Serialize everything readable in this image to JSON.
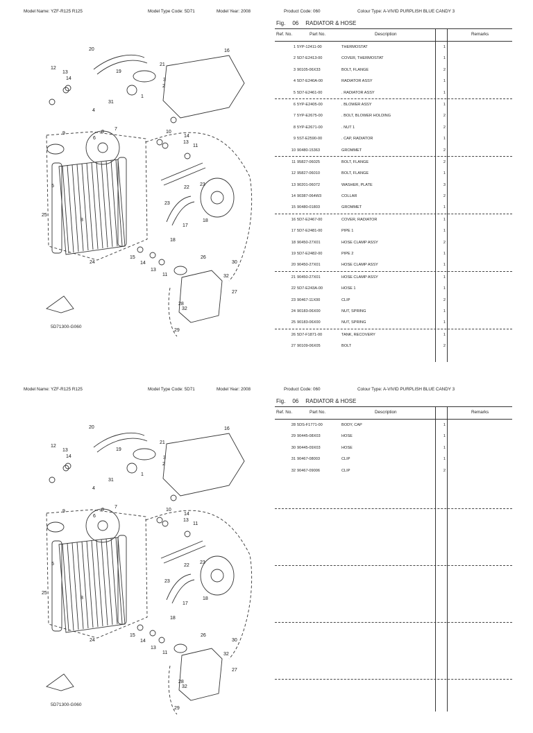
{
  "header": {
    "model_name": "Model Name:  YZF-R125 R125",
    "model_type": "Model Type Code:  5D71",
    "model_year": "Model Year:  2008",
    "product_code": "Product Code:  060",
    "colour_type": "Colour Type:  A-VIVID PURPLISH BLUE CANDY 3"
  },
  "figure": {
    "label": "Fig.",
    "number": "06",
    "title": "RADIATOR & HOSE",
    "code": "5D71300-G060"
  },
  "columns": {
    "ref": "Ref. No.",
    "part": "Part No.",
    "desc": "Description",
    "remarks": "Remarks"
  },
  "callouts": [
    "20",
    "16",
    "21",
    "12",
    "13",
    "19",
    "3",
    "14",
    "2",
    "1",
    "31",
    "4",
    "9",
    "7",
    "8",
    "6",
    "10",
    "14",
    "13",
    "11",
    "5",
    "22",
    "23",
    "23",
    "25",
    "17",
    "18",
    "8",
    "18",
    "24",
    "15",
    "14",
    "13",
    "11",
    "26",
    "30",
    "32",
    "28",
    "32",
    "27",
    "29"
  ],
  "page1_rows": [
    {
      "ref": "1",
      "part": "5YP-12411-00",
      "desc": "THERMOSTAT",
      "qty": "1"
    },
    {
      "ref": "2",
      "part": "5D7-E2413-00",
      "desc": "COVER, THERMOSTAT",
      "qty": "1"
    },
    {
      "ref": "3",
      "part": "90105-06X33",
      "desc": "BOLT, FLANGE",
      "qty": "2"
    },
    {
      "ref": "4",
      "part": "5D7-E240A-00",
      "desc": "RADIATOR ASSY",
      "qty": "1"
    },
    {
      "ref": "5",
      "part": "5D7-E2461-00",
      "desc": ". RADIATOR ASSY",
      "qty": "1"
    },
    {
      "ref": "6",
      "part": "5YP-E2405-00",
      "desc": ". BLOWER ASSY",
      "qty": "1",
      "group": true
    },
    {
      "ref": "7",
      "part": "5YP-E2675-00",
      "desc": ". BOLT, BLOWER HOLDING",
      "qty": "2"
    },
    {
      "ref": "8",
      "part": "5YP-E2671-00",
      "desc": ". NUT 1",
      "qty": "2"
    },
    {
      "ref": "9",
      "part": "5ST-E2590-00",
      "desc": ". CAP, RADIATOR",
      "qty": "1"
    },
    {
      "ref": "10",
      "part": "90480-15363",
      "desc": "GROMMET",
      "qty": "2"
    },
    {
      "ref": "11",
      "part": "95827-06025",
      "desc": "BOLT, FLANGE",
      "qty": "2",
      "group": true
    },
    {
      "ref": "12",
      "part": "95827-06010",
      "desc": "BOLT, FLANGE",
      "qty": "1"
    },
    {
      "ref": "13",
      "part": "90201-06072",
      "desc": "WASHER, PLATE",
      "qty": "3"
    },
    {
      "ref": "14",
      "part": "90387-064W3",
      "desc": "COLLAR",
      "qty": "2"
    },
    {
      "ref": "15",
      "part": "90480-01803",
      "desc": "GROMMET",
      "qty": "1"
    },
    {
      "ref": "16",
      "part": "5D7-E2467-00",
      "desc": "COVER, RADIATOR",
      "qty": "1",
      "group": true
    },
    {
      "ref": "17",
      "part": "5D7-E2481-00",
      "desc": "PIPE 1",
      "qty": "1"
    },
    {
      "ref": "18",
      "part": "90450-27X01",
      "desc": "HOSE CLAMP ASSY",
      "qty": "2"
    },
    {
      "ref": "19",
      "part": "5D7-E2482-00",
      "desc": "PIPE 2",
      "qty": "1"
    },
    {
      "ref": "20",
      "part": "90450-27X01",
      "desc": "HOSE CLAMP ASSY",
      "qty": "1"
    },
    {
      "ref": "21",
      "part": "90450-27X01",
      "desc": "HOSE CLAMP ASSY",
      "qty": "1",
      "group": true
    },
    {
      "ref": "22",
      "part": "5D7-E243A-00",
      "desc": "HOSE 1",
      "qty": "1"
    },
    {
      "ref": "23",
      "part": "90467-11X00",
      "desc": "CLIP",
      "qty": "2"
    },
    {
      "ref": "24",
      "part": "90183-06X00",
      "desc": "NUT, SPRING",
      "qty": "1"
    },
    {
      "ref": "25",
      "part": "90183-06X00",
      "desc": "NUT, SPRING",
      "qty": "1"
    },
    {
      "ref": "26",
      "part": "5D7-F1871-00",
      "desc": "TANK, RECOVERY",
      "qty": "1",
      "group": true
    },
    {
      "ref": "27",
      "part": "90109-06X05",
      "desc": "BOLT",
      "qty": "2"
    }
  ],
  "page2_rows": [
    {
      "ref": "28",
      "part": "5DS-F1771-00",
      "desc": "BODY, CAP",
      "qty": "1"
    },
    {
      "ref": "29",
      "part": "90445-08X03",
      "desc": "HOSE",
      "qty": "1"
    },
    {
      "ref": "30",
      "part": "90445-09X03",
      "desc": "HOSE",
      "qty": "1"
    },
    {
      "ref": "31",
      "part": "90467-08003",
      "desc": "CLIP",
      "qty": "1"
    },
    {
      "ref": "32",
      "part": "90467-09006",
      "desc": "CLIP",
      "qty": "2"
    }
  ]
}
